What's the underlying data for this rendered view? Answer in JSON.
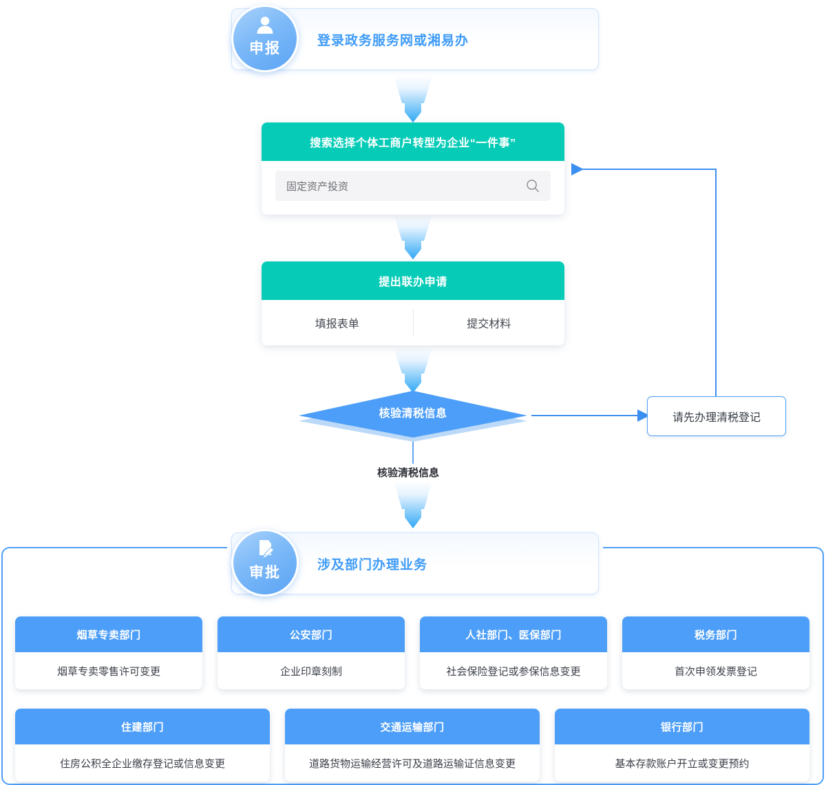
{
  "stages": {
    "apply": {
      "badge": "申报",
      "icon": "user-icon",
      "title": "登录政务服务网或湘易办"
    },
    "approve": {
      "badge": "审批",
      "icon": "document-edit-icon",
      "title": "涉及部门办理业务"
    }
  },
  "steps": {
    "search_card": {
      "header": "搜索选择个体工商户转型为企业“一件事”",
      "input_value": "固定资产投资",
      "input_placeholder": "固定资产投资",
      "search_icon": "search-icon"
    },
    "apply_card": {
      "header": "提出联办申请",
      "options": [
        "填报表单",
        "提交材料"
      ]
    },
    "decision": {
      "label": "核验清税信息"
    },
    "decision_edge_label": "核验清税信息",
    "reject_box": "请先办理清税登记"
  },
  "departments": [
    {
      "name": "烟草专卖部门",
      "item": "烟草专卖零售许可变更"
    },
    {
      "name": "公安部门",
      "item": "企业印章刻制"
    },
    {
      "name": "人社部门、医保部门",
      "item": "社会保险登记或参保信息变更"
    },
    {
      "name": "税务部门",
      "item": "首次申领发票登记"
    },
    {
      "name": "住建部门",
      "item": "住房公积全企业缴存登记或信息变更"
    },
    {
      "name": "交通运输部门",
      "item": "道路货物运输经营许可及道路运输证信息变更"
    },
    {
      "name": "银行部门",
      "item": "基本存款账户开立或变更预约"
    }
  ],
  "colors": {
    "teal": "#06ccb7",
    "blue": "#4c9ef8",
    "blue_light": "#a9d2fb",
    "arrow_line": "#3b8ff0",
    "text_dark": "#333a43"
  }
}
